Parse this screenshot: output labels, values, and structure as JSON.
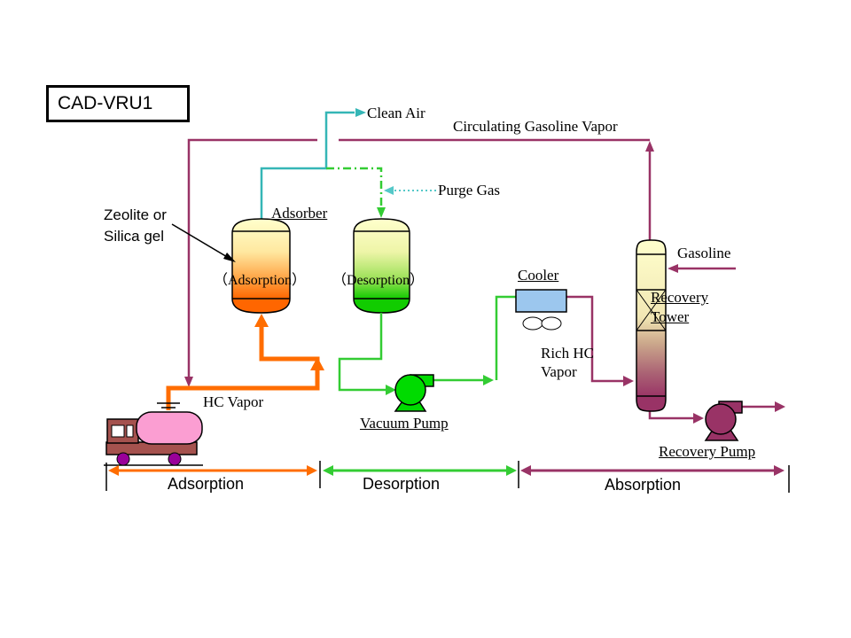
{
  "title": "CAD-VRU1",
  "labels": {
    "clean_air": "Clean Air",
    "circulating_gasoline_vapor": "Circulating Gasoline Vapor",
    "purge_gas": "Purge Gas",
    "adsorber": "Adsorber",
    "zeolite": "Zeolite or Silica gel",
    "adsorption_state": "（Adsorption）",
    "desorption_state": "（Desorption）",
    "hc_vapor": "HC Vapor",
    "vacuum_pump": "Vacuum Pump",
    "cooler": "Cooler",
    "rich_hc_vapor": "Rich HC Vapor",
    "gasoline": "Gasoline",
    "recovery_tower": "Recovery Tower",
    "recovery_pump": "Recovery Pump"
  },
  "phases": {
    "adsorption": "Adsorption",
    "desorption": "Desorption",
    "absorption": "Absorption"
  },
  "colors": {
    "orange": "#FF6D00",
    "green": "#33CC33",
    "teal": "#35B6B6",
    "purge_teal": "#55C8C8",
    "plum": "#993366",
    "pump_green": "#00DB00",
    "cooler_blue": "#9CC7EE",
    "tank_pink": "#FB9ED2",
    "truck_red": "#A5524E",
    "wheel_purple": "#990099",
    "vessel_top": "#FFFFCC",
    "adsorber_bottom": "#FF6600",
    "desorber_bottom": "#11CC00",
    "tower_bottom": "#993366",
    "outline": "#000000"
  }
}
